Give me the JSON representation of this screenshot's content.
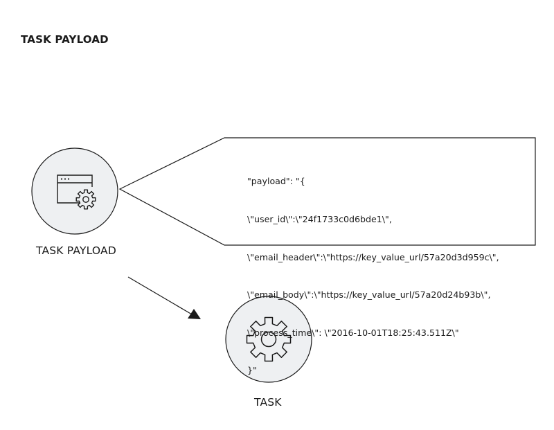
{
  "title": "TASK PAYLOAD",
  "nodes": {
    "payload": {
      "label": "TASK PAYLOAD",
      "icon": "window-gear-icon"
    },
    "task": {
      "label": "TASK",
      "icon": "gear-icon"
    }
  },
  "callout": {
    "lines": [
      "\"payload\": \"{",
      "\\\"user_id\\\":\\\"24f1733c0d6bde1\\\",",
      "\\\"email_header\\\":\\\"https://key_value_url/57a20d3d959c\\\",",
      "\\\"email_body\\\":\\\"https://key_value_url/57a20d24b93b\\\",",
      "\\\"process_time\\\": \\\"2016-10-01T18:25:43.511Z\\\"",
      "}\""
    ]
  },
  "colors": {
    "node_fill": "#eef0f2",
    "stroke": "#1a1a1a"
  }
}
